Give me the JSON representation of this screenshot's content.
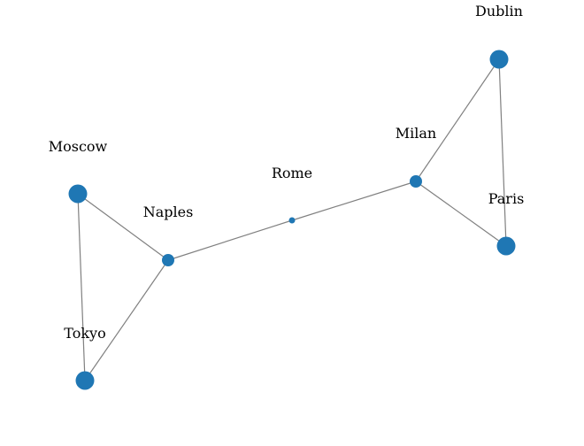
{
  "graph": {
    "nodes": [
      {
        "id": "dublin",
        "label": "Dublin",
        "size": "large"
      },
      {
        "id": "milan",
        "label": "Milan",
        "size": "medium"
      },
      {
        "id": "rome",
        "label": "Rome",
        "size": "small"
      },
      {
        "id": "paris",
        "label": "Paris",
        "size": "large"
      },
      {
        "id": "moscow",
        "label": "Moscow",
        "size": "large"
      },
      {
        "id": "naples",
        "label": "Naples",
        "size": "medium"
      },
      {
        "id": "tokyo",
        "label": "Tokyo",
        "size": "large"
      }
    ],
    "edges": [
      [
        "dublin",
        "milan"
      ],
      [
        "dublin",
        "paris"
      ],
      [
        "milan",
        "paris"
      ],
      [
        "milan",
        "rome"
      ],
      [
        "rome",
        "naples"
      ],
      [
        "naples",
        "moscow"
      ],
      [
        "naples",
        "tokyo"
      ],
      [
        "moscow",
        "tokyo"
      ]
    ],
    "colors": {
      "node": "#1f77b4",
      "edge": "#808080",
      "label": "#000000"
    }
  }
}
